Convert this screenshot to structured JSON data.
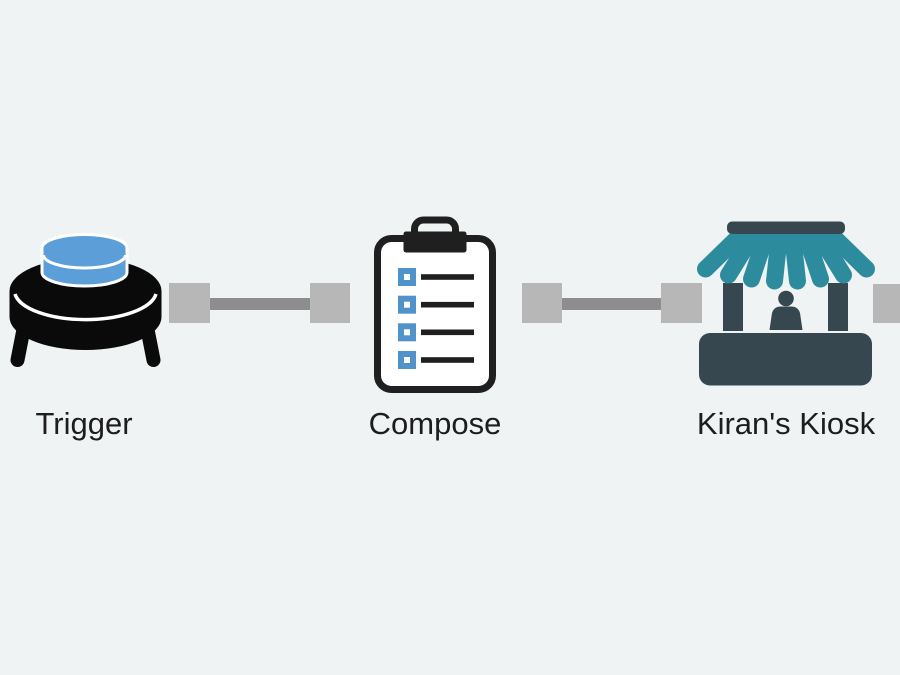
{
  "background": "#EFF3F4",
  "colors": {
    "black": "#0A0A0A",
    "button_blue": "#5B9ED8",
    "checkbox_blue": "#5093CB",
    "teal": "#2C8C9E",
    "slate": "#37474F",
    "clipboard_ink": "#1F1F1F",
    "connector_square": "#B7B7B7",
    "connector_bar": "#8D8D8D",
    "label_text": "#1D1D20"
  },
  "nodes": [
    {
      "id": "trigger",
      "label": "Trigger",
      "icon": "iot-button-icon"
    },
    {
      "id": "compose",
      "label": "Compose",
      "icon": "checklist-clipboard-icon"
    },
    {
      "id": "kiosk",
      "label": "Kiran's Kiosk",
      "icon": "market-kiosk-icon"
    }
  ],
  "connectors": [
    {
      "from": "trigger",
      "to": "compose"
    },
    {
      "from": "compose",
      "to": "kiosk"
    },
    {
      "from": "kiosk",
      "to": "offscreen-right",
      "partial": true
    }
  ]
}
